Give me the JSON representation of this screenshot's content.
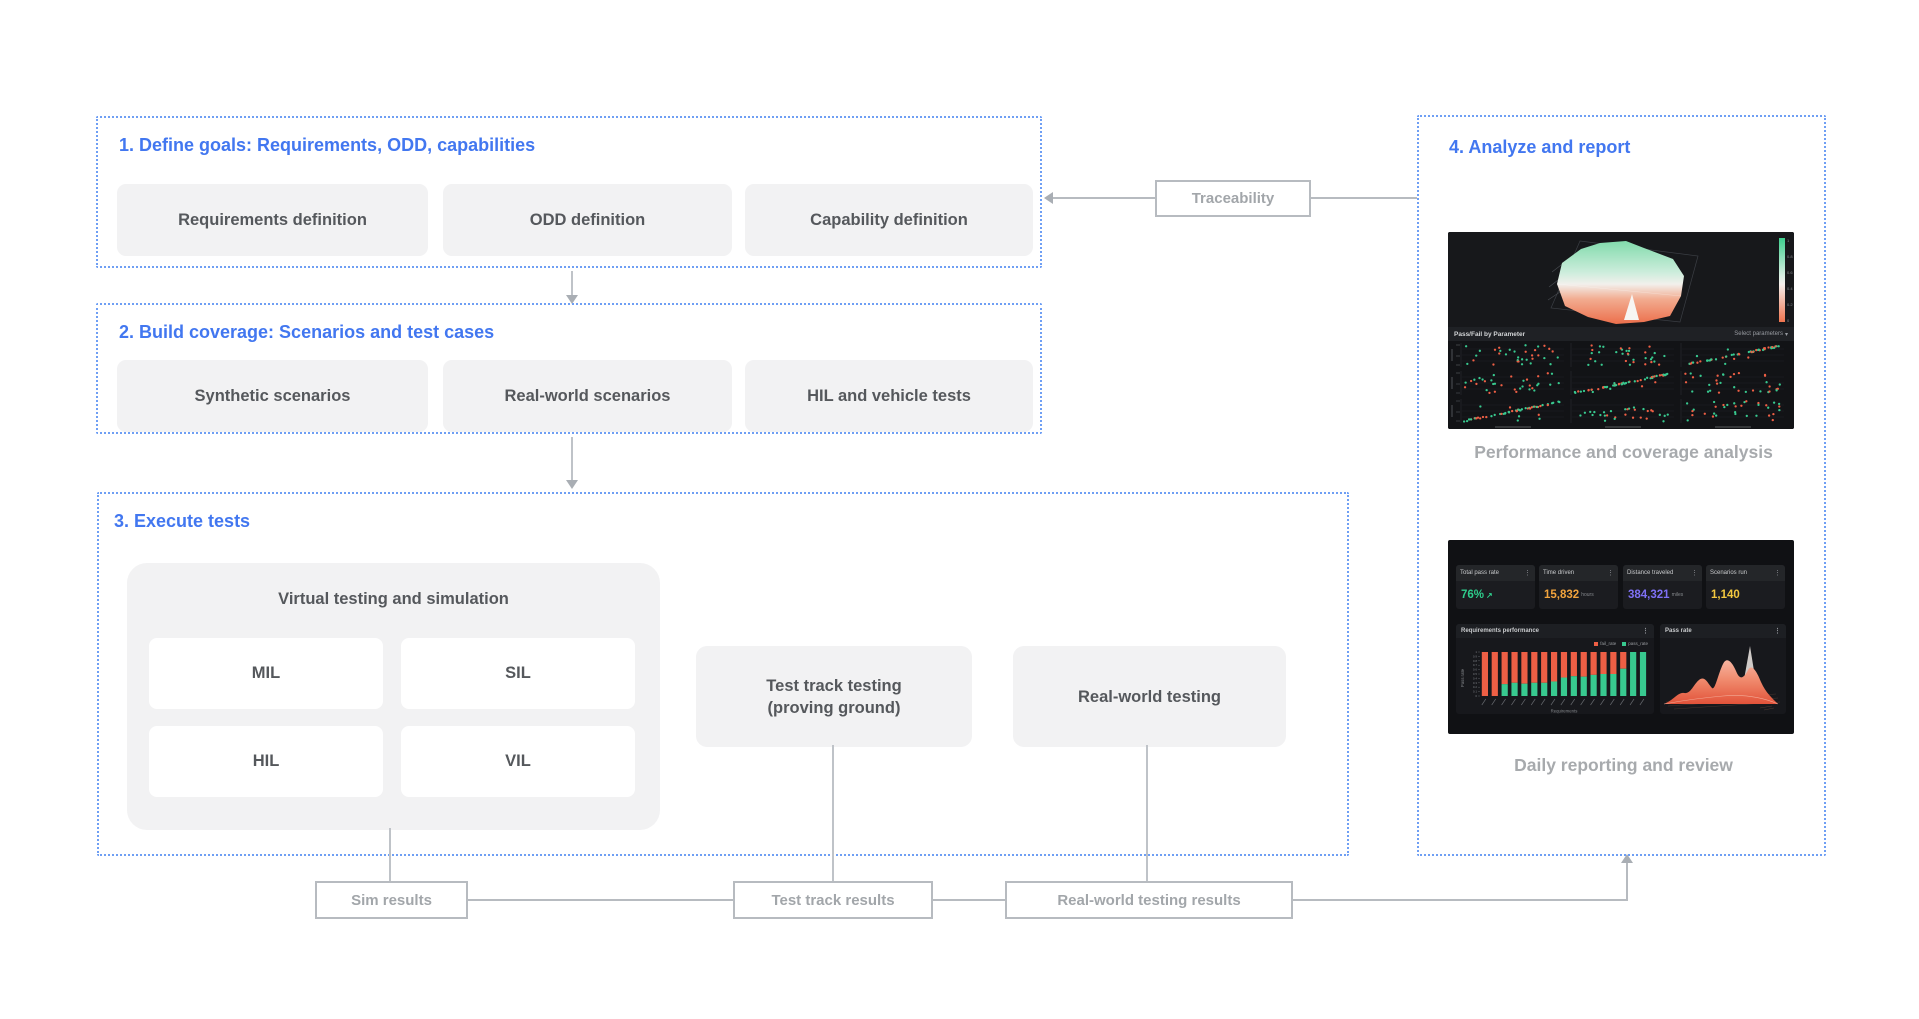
{
  "colors": {
    "accent_blue": "#4277f0",
    "dotted_border_blue": "#6f9ff4",
    "box_bg": "#f2f2f3",
    "box_text": "#55585c",
    "muted_gray": "#a2a6aa",
    "connector_gray": "#bfc3c8",
    "dot_red": "#ee5f45",
    "dot_green": "#38c98f"
  },
  "icons": {
    "kebab": "⋮",
    "caret_down": "▾",
    "trend_up": "↗"
  },
  "sections": {
    "define": {
      "title": "1. Define goals: Requirements, ODD, capabilities",
      "items": [
        "Requirements definition",
        "ODD definition",
        "Capability definition"
      ]
    },
    "coverage": {
      "title": "2. Build coverage: Scenarios and test cases",
      "items": [
        "Synthetic scenarios",
        "Real-world scenarios",
        "HIL and vehicle tests"
      ]
    },
    "execute": {
      "title": "3. Execute tests",
      "virtual_group": {
        "title": "Virtual testing and simulation",
        "items": [
          "MIL",
          "SIL",
          "HIL",
          "VIL"
        ]
      },
      "track": {
        "line1": "Test track testing",
        "line2": "(proving ground)"
      },
      "real_world": "Real-world testing"
    },
    "analyze": {
      "title": "4. Analyze and report",
      "caption_performance": "Performance and coverage analysis",
      "caption_daily": "Daily reporting and review"
    }
  },
  "connectors": {
    "traceability_label": "Traceability",
    "result_labels": [
      "Sim results",
      "Test track results",
      "Real-world testing results"
    ]
  },
  "dashboard1": {
    "panel_title": "Pass/Fail by Parameter",
    "param_selector": "Select parameters",
    "colorbar_ticks": [
      "1",
      "0.8",
      "0.6",
      "0.4",
      "0.2",
      "0"
    ],
    "scatter_patterns": [
      [
        "random",
        "random",
        "diagonal"
      ],
      [
        "random",
        "diagonal",
        "random"
      ],
      [
        "diagonal",
        "low-band",
        "random"
      ]
    ]
  },
  "dashboard2": {
    "kpis": [
      {
        "label": "Total pass rate",
        "value": "76%",
        "unit": "",
        "trend": "↗",
        "color": "#2ecd8c"
      },
      {
        "label": "Time driven",
        "value": "15,832",
        "unit": "hours",
        "trend": "",
        "color": "#f2a43d"
      },
      {
        "label": "Distance traveled",
        "value": "384,321",
        "unit": "miles",
        "trend": "",
        "color": "#7e70f3"
      },
      {
        "label": "Scenarios run",
        "value": "1,140",
        "unit": "",
        "trend": "",
        "color": "#f3c83f"
      }
    ],
    "panels": {
      "left_title": "Requirements performance",
      "right_title": "Pass rate"
    },
    "legend": [
      {
        "label": "fail_rate",
        "color": "#ee5f45"
      },
      {
        "label": "pass_rate",
        "color": "#38c98f"
      }
    ],
    "bar_chart": {
      "type": "bar-stacked",
      "ylabel": "Pass rate",
      "xlabel": "Requirements",
      "y_ticks": [
        "0",
        "0.1",
        "0.2",
        "0.3",
        "0.4",
        "0.5",
        "0.6",
        "0.7",
        "0.8",
        "0.9",
        "1"
      ],
      "pass_rate": [
        0,
        0,
        0.27,
        0.3,
        0.28,
        0.3,
        0.3,
        0.33,
        0.42,
        0.45,
        0.44,
        0.48,
        0.5,
        0.5,
        0.62,
        1,
        1
      ],
      "fail_rate": [
        1,
        1,
        0.73,
        0.7,
        0.72,
        0.7,
        0.7,
        0.67,
        0.58,
        0.55,
        0.56,
        0.52,
        0.5,
        0.5,
        0.38,
        0,
        0
      ]
    }
  }
}
